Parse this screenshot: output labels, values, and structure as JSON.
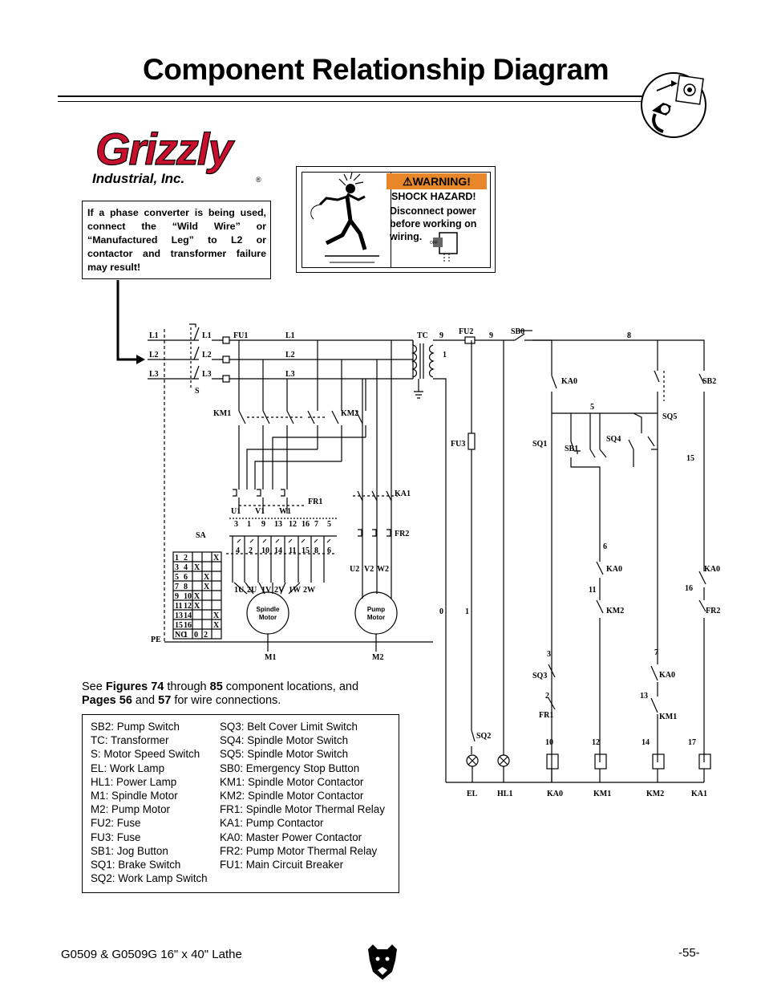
{
  "page": {
    "title": "Component Relationship Diagram",
    "footer_left": "G0509 & G0509G 16\" x 40\" Lathe",
    "footer_right": "-55-"
  },
  "logo": {
    "brand": "Grizzly",
    "subtitle": "Industrial, Inc."
  },
  "note": "If a phase converter is being used, connect the “Wild Wire” or “Manufactured Leg” to L2 or contactor and transformer failure may result!",
  "warning": {
    "header": "WARNING!",
    "title": "SHOCK HAZARD!",
    "text": "Disconnect power before working on wiring.",
    "switch_label": "OFF"
  },
  "reference": {
    "see": "See",
    "fig_a": "Figures 74",
    "through": "through",
    "fig_b": "85",
    "mid": "component locations, and",
    "page_a": "Pages 56",
    "and": "and",
    "page_b": "57",
    "end": "for wire connections."
  },
  "legend": {
    "col1": [
      "SB2: Pump Switch",
      "TC: Transformer",
      "S: Motor Speed Switch",
      "EL: Work Lamp",
      "HL1: Power Lamp",
      "M1: Spindle Motor",
      "M2: Pump Motor",
      "FU2: Fuse",
      "FU3: Fuse",
      "SB1: Jog Button",
      "SQ1: Brake Switch",
      "SQ2: Work Lamp Switch"
    ],
    "col2": [
      "SQ3: Belt Cover Limit Switch",
      "SQ4: Spindle Motor Switch",
      "SQ5: Spindle Motor Switch",
      "SB0: Emergency Stop Button",
      "KM1: Spindle Motor Contactor",
      "KM2: Spindle Motor Contactor",
      "FR1: Spindle Motor Thermal Relay",
      "KA1: Pump Contactor",
      "KA0: Master Power Contactor",
      "FR2: Pump Motor Thermal Relay",
      "FU1: Main Circuit Breaker"
    ]
  },
  "schematic": {
    "lines": [
      "L1",
      "L2",
      "L3"
    ],
    "switch_s": "S",
    "fu1": "FU1",
    "km1": "KM1",
    "km2": "KM2",
    "ka1": "KA1",
    "fr1": "FR1",
    "fr2": "FR2",
    "sa": "SA",
    "pe": "PE",
    "tc": "TC",
    "fu2": "FU2",
    "fu3": "FU3",
    "sb0": "SB0",
    "sb1": "SB1",
    "sb2": "SB2",
    "sq1": "SQ1",
    "sq2": "SQ2",
    "sq3": "SQ3",
    "sq4": "SQ4",
    "sq5": "SQ5",
    "ka0": "KA0",
    "u1v1w1": [
      "U1",
      "V1",
      "W1"
    ],
    "term_top": [
      "3",
      "1",
      "9",
      "13",
      "12",
      "16",
      "7",
      "5"
    ],
    "term_bot": [
      "4",
      "2",
      "10",
      "14",
      "11",
      "15",
      "8",
      "6"
    ],
    "motor_terms": [
      "1U",
      "2U",
      "1V",
      "2V",
      "1W",
      "2W"
    ],
    "pump_terms": [
      "U2",
      "V2",
      "W2"
    ],
    "spindle_motor": [
      "Spindle",
      "Motor"
    ],
    "pump_motor": [
      "Pump",
      "Motor"
    ],
    "m1": "M1",
    "m2": "M2",
    "sa_table": [
      [
        "1",
        "2",
        "",
        "",
        " X"
      ],
      [
        "3",
        "4",
        "X",
        "",
        ""
      ],
      [
        "5",
        "6",
        "",
        "X",
        ""
      ],
      [
        "7",
        "8",
        "",
        "X",
        ""
      ],
      [
        "9",
        "10",
        "X",
        "",
        ""
      ],
      [
        "11",
        "12",
        "X",
        "",
        ""
      ],
      [
        "13",
        "14",
        "",
        "",
        "X"
      ],
      [
        "15",
        "16",
        "",
        "",
        "X"
      ],
      [
        "NO",
        "1",
        "0",
        "2",
        ""
      ]
    ],
    "wire_nums": [
      "9",
      "9",
      "1",
      "1",
      "8",
      "5",
      "15",
      "6",
      "11",
      "16",
      "3",
      "7",
      "2",
      "13",
      "10",
      "12",
      "14",
      "17",
      "0"
    ],
    "loads": [
      "EL",
      "HL1",
      "KA0",
      "KM1",
      "KM2",
      "KA1"
    ],
    "km2_coil_lbl": "KM2",
    "fr2_lbl": "FR2",
    "fr1_lbl": "FR1",
    "km1_lbl": "KM1"
  }
}
